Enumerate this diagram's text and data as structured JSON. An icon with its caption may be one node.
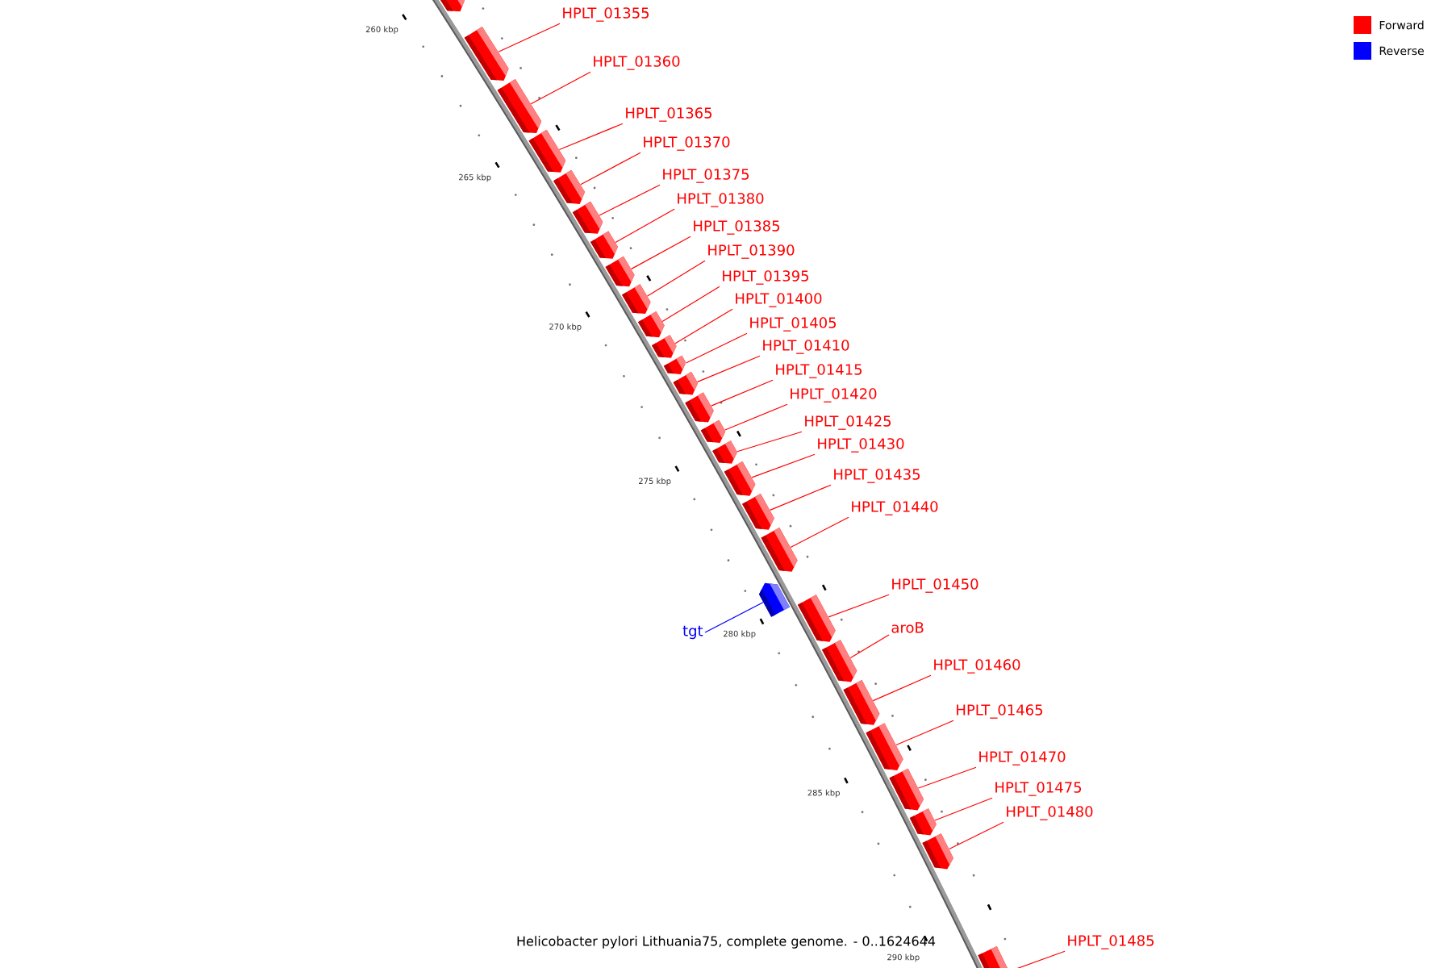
{
  "diagram": {
    "caption": "Helicobacter pylori Lithuania75, complete genome. - 0..1624644",
    "nodes": [
      {
        "text": [],
        "shape": "arrow"
      },
      {
        "text": [
          "HPLT_01355"
        ]
      },
      {
        "text": [],
        "shape": "arrow"
      },
      {
        "text": [
          "HPLT_01360"
        ]
      },
      {
        "text": [],
        "shape": "arrow"
      },
      {
        "text": [
          "HPLT_01365"
        ]
      },
      {
        "text": [],
        "shape": "arrow"
      },
      {
        "text": [
          "HPLT_01370"
        ]
      },
      {
        "text": [],
        "shape": "arrow"
      },
      {
        "text": [
          "HPLT_01375"
        ]
      },
      {
        "text": [],
        "shape": "arrow"
      },
      {
        "text": [
          "HPLT_01380"
        ]
      },
      {
        "text": [],
        "shape": "arrow"
      },
      {
        "text": [
          "HPLT_01385"
        ]
      },
      {
        "text": [],
        "shape": "arrow"
      },
      {
        "text": [
          "HPLT_01390"
        ]
      },
      {
        "text": [],
        "shape": "arrow"
      },
      {
        "text": [
          "HPLT_01395"
        ]
      },
      {
        "text": [],
        "shape": "arrow"
      },
      {
        "text": [
          "HPLT_01400"
        ]
      },
      {
        "text": [],
        "shape": "arrow"
      },
      {
        "text": [
          "HPLT_01405"
        ]
      },
      {
        "text": [],
        "shape": "arrow"
      },
      {
        "text": [
          "HPLT_01410"
        ]
      },
      {
        "text": [],
        "shape": "arrow"
      },
      {
        "text": [
          "HPLT_01415"
        ]
      },
      {
        "text": [],
        "shape": "arrow"
      },
      {
        "text": [
          "HPLT_01420"
        ]
      },
      {
        "text": [],
        "shape": "arrow"
      },
      {
        "text": [
          "HPLT_01425"
        ]
      },
      {
        "text": [],
        "shape": "arrow"
      },
      {
        "text": [
          "HPLT_01430"
        ]
      },
      {
        "text": [],
        "shape": "arrow"
      },
      {
        "text": [
          "HPLT_01435"
        ]
      },
      {
        "text": [],
        "shape": "arrow"
      },
      {
        "text": [
          "HPLT_01440"
        ]
      },
      {
        "text": [],
        "shape": "arrow"
      },
      {
        "text": [
          "HPLT_01450"
        ]
      },
      {
        "text": [],
        "shape": "arrow"
      },
      {
        "text": [
          "aroB"
        ]
      },
      {
        "text": [],
        "shape": "arrow"
      },
      {
        "text": [
          "tgt"
        ]
      },
      {
        "text": [],
        "shape": "arrow"
      },
      {
        "text": [
          "HPLT_01460"
        ]
      },
      {
        "text": [],
        "shape": "arrow"
      },
      {
        "text": [
          "HPLT_01465"
        ]
      },
      {
        "text": [],
        "shape": "arrow"
      },
      {
        "text": [
          "HPLT_01470"
        ]
      },
      {
        "text": [],
        "shape": "arrow"
      },
      {
        "text": [
          "HPLT_01475"
        ]
      },
      {
        "text": [],
        "shape": "arrow"
      },
      {
        "text": [
          "HPLT_01480"
        ]
      },
      {
        "text": [],
        "shape": "arrow"
      },
      {
        "text": [
          "HPLT_01485"
        ]
      },
      {
        "text": [],
        "shape": "arrow"
      }
    ],
    "edges": [
      {
        "from": 1,
        "to": 2,
        "arrow": "none"
      },
      {
        "from": 3,
        "to": 4,
        "arrow": "none"
      },
      {
        "from": 5,
        "to": 6,
        "arrow": "none"
      },
      {
        "from": 7,
        "to": 8,
        "arrow": "none"
      },
      {
        "from": 9,
        "to": 10,
        "arrow": "none"
      },
      {
        "from": 11,
        "to": 12,
        "arrow": "none"
      },
      {
        "from": 13,
        "to": 14,
        "arrow": "none"
      },
      {
        "from": 15,
        "to": 16,
        "arrow": "none"
      },
      {
        "from": 17,
        "to": 18,
        "arrow": "none"
      },
      {
        "from": 19,
        "to": 20,
        "arrow": "none"
      },
      {
        "from": 21,
        "to": 22,
        "arrow": "none"
      },
      {
        "from": 23,
        "to": 24,
        "arrow": "none"
      },
      {
        "from": 25,
        "to": 26,
        "arrow": "none"
      },
      {
        "from": 27,
        "to": 28,
        "arrow": "none"
      },
      {
        "from": 29,
        "to": 30,
        "arrow": "none"
      },
      {
        "from": 31,
        "to": 32,
        "arrow": "none"
      },
      {
        "from": 33,
        "to": 34,
        "arrow": "none"
      },
      {
        "from": 35,
        "to": 36,
        "arrow": "none"
      },
      {
        "from": 37,
        "to": 38,
        "arrow": "none"
      },
      {
        "from": 39,
        "to": 40,
        "arrow": "none"
      },
      {
        "from": 41,
        "to": 42,
        "arrow": "none",
        "color": "#0000ff"
      },
      {
        "from": 43,
        "to": 44,
        "arrow": "none"
      },
      {
        "from": 45,
        "to": 46,
        "arrow": "none"
      },
      {
        "from": 47,
        "to": 48,
        "arrow": "none"
      },
      {
        "from": 49,
        "to": 50,
        "arrow": "none"
      },
      {
        "from": 51,
        "to": 52,
        "arrow": "none"
      },
      {
        "from": 53,
        "to": 54,
        "arrow": "none"
      }
    ],
    "labels": [
      "260 kbp",
      "265 kbp",
      "270 kbp",
      "275 kbp",
      "280 kbp",
      "285 kbp",
      "290 kbp"
    ],
    "legend": [
      {
        "text": "Forward",
        "color": "#ff0000"
      },
      {
        "text": "Reverse",
        "color": "#0000ff"
      }
    ]
  }
}
